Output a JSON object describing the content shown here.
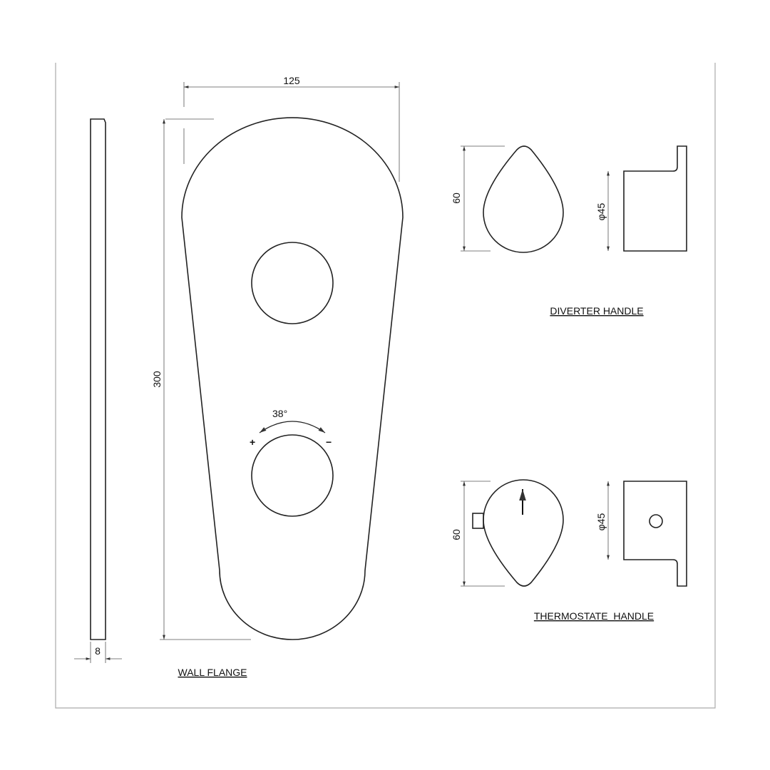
{
  "dimensions": {
    "flange_width": "125",
    "flange_height": "300",
    "flange_thickness": "8",
    "rotation_angle": "38°",
    "rotation_plus": "+",
    "rotation_minus": "−",
    "diverter_height": "60",
    "diverter_diameter": "φ45",
    "thermostat_height": "60",
    "thermostat_diameter": "φ45"
  },
  "labels": {
    "wall_flange": "WALL FLANGE",
    "diverter_handle": "DIVERTER HANDLE",
    "thermostat_handle": "THERMOSTATE  HANDLE"
  }
}
